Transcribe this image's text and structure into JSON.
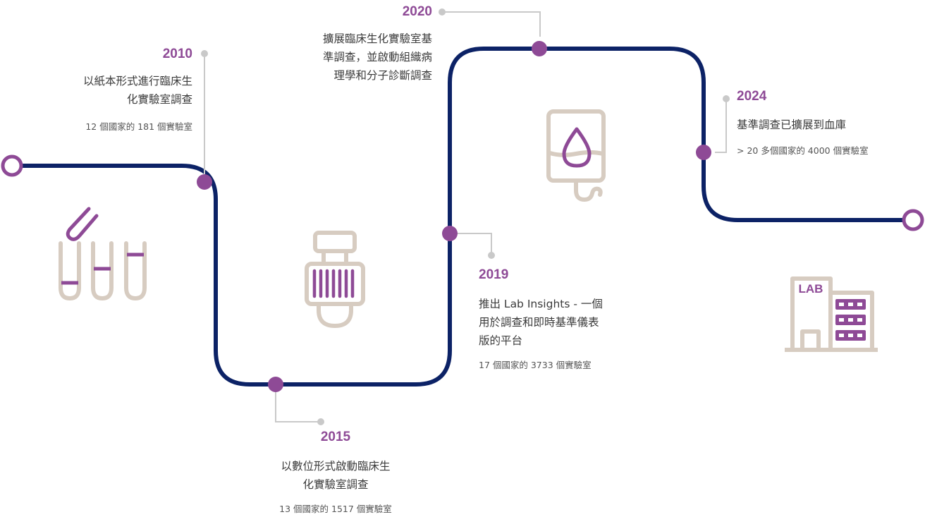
{
  "milestones": [
    {
      "year": "2010",
      "lines": [
        "以紙本形式進行臨床生",
        "化實驗室調查"
      ],
      "stat": "12 個國家的 181 個實驗室"
    },
    {
      "year": "2015",
      "lines": [
        "以數位形式啟動臨床生",
        "化實驗室調查"
      ],
      "stat": "13 個國家的 1517 個實驗室"
    },
    {
      "year": "2019",
      "lines": [
        "推出 Lab Insights - 一個",
        "用於調查和即時基準儀表",
        "版的平台"
      ],
      "stat": "17 個國家的 3733 個實驗室"
    },
    {
      "year": "2020",
      "lines": [
        "擴展臨床生化實驗室基",
        "準調查，並啟動組織病",
        "理學和分子診斷調查"
      ],
      "stat": ""
    },
    {
      "year": "2024",
      "lines": [
        "基準調查已擴展到血庫"
      ],
      "stat": "> 20 多個國家的 4000 個實驗室"
    }
  ],
  "icons": {
    "lab_building_text": "LAB"
  },
  "colors": {
    "path": "#0c2266",
    "accent": "#8e4a96",
    "icon_beige": "#d7ccc1",
    "connector": "#c9c9c9"
  }
}
